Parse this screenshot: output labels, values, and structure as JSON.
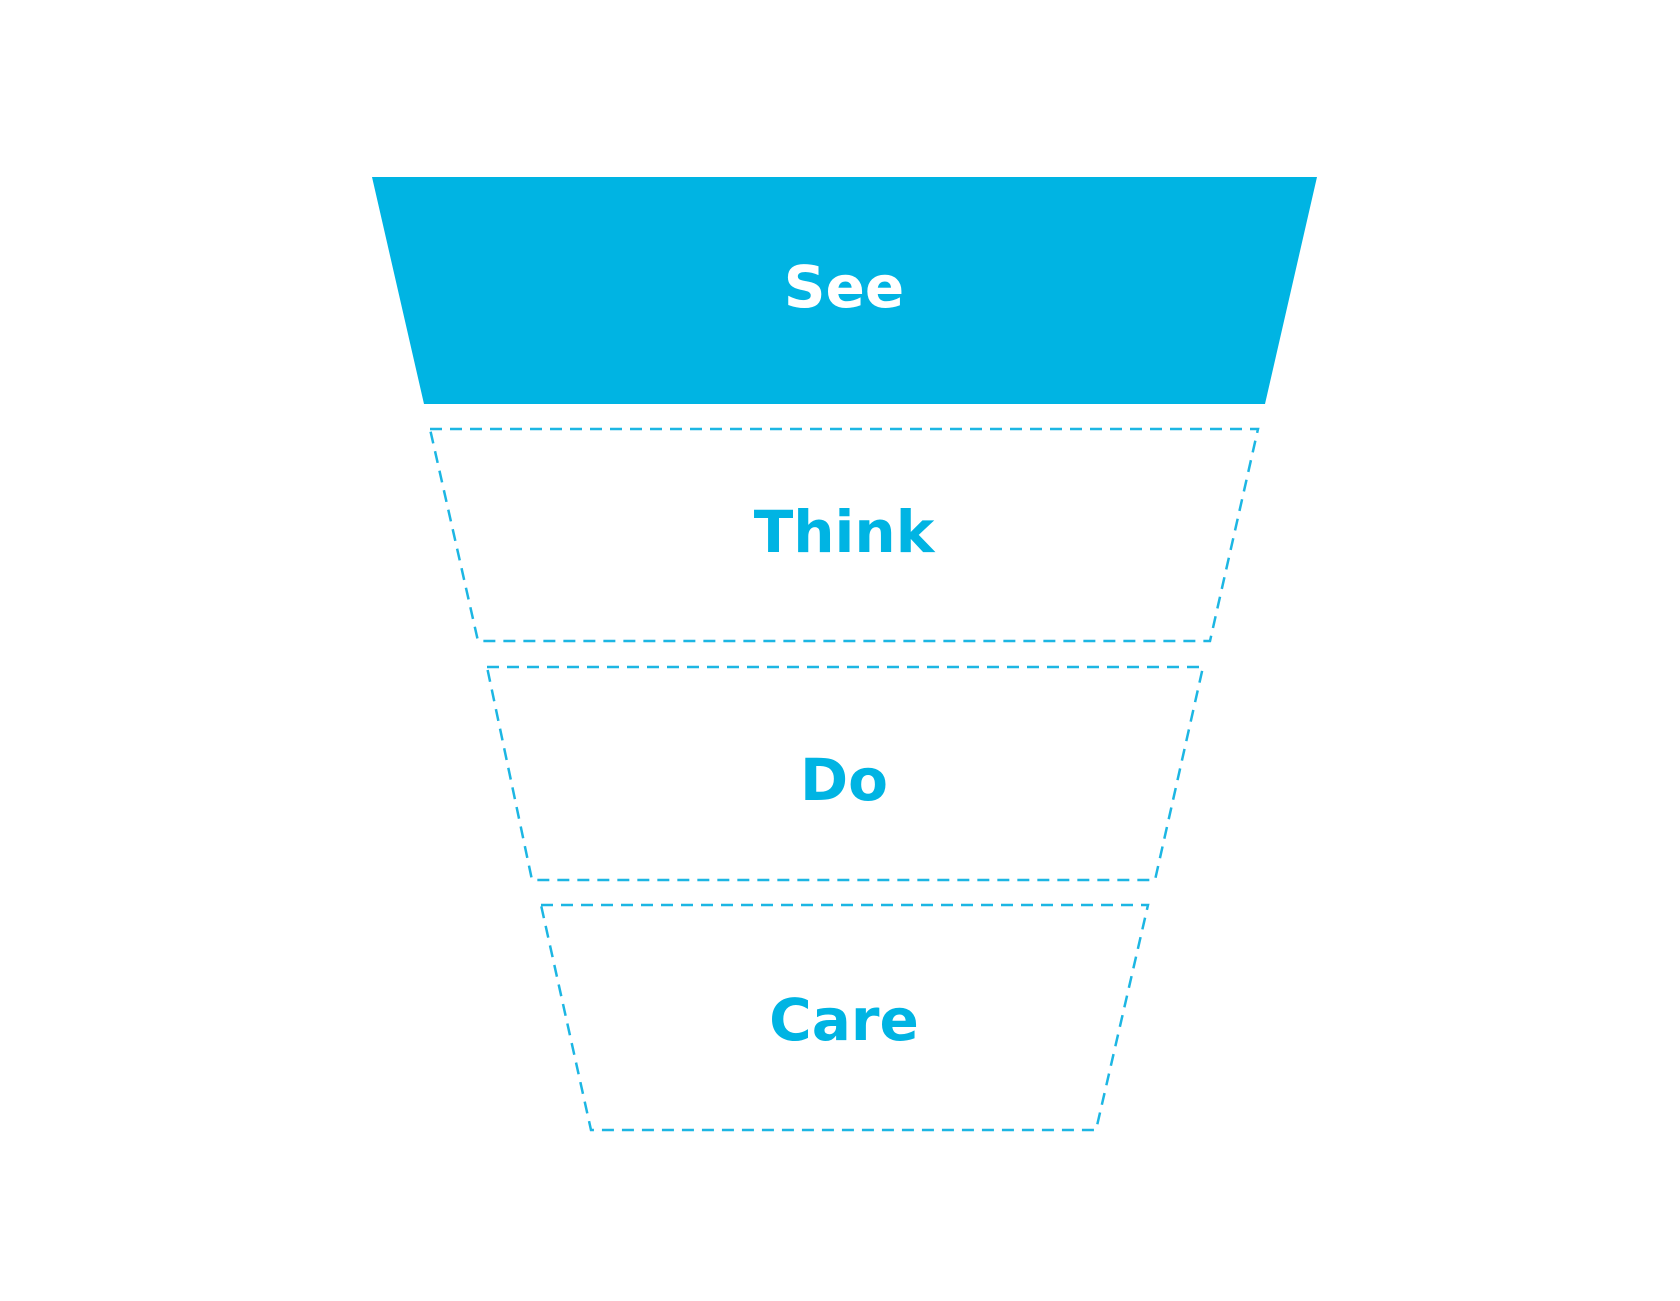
{
  "diagram": {
    "type": "funnel",
    "colors": {
      "accent": "#00b4e3",
      "filled_text": "#ffffff",
      "outline": "#1cb6e3",
      "background": "#ffffff"
    },
    "stages": [
      {
        "label": "See",
        "style": "filled"
      },
      {
        "label": "Think",
        "style": "dashed-outline"
      },
      {
        "label": "Do",
        "style": "dashed-outline"
      },
      {
        "label": "Care",
        "style": "dashed-outline"
      }
    ]
  }
}
